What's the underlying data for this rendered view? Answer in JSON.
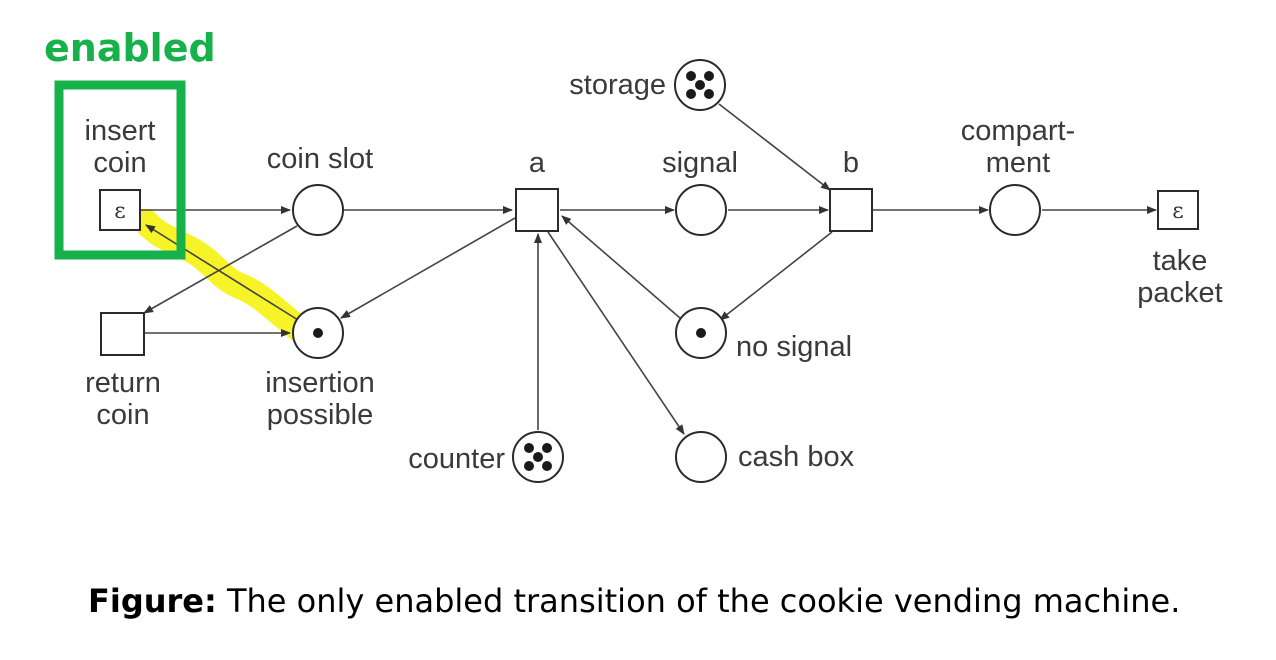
{
  "status_label": {
    "text": "enabled",
    "color": "#16b14a"
  },
  "highlight_color": "#f6f21e",
  "places": {
    "coin_slot": {
      "label": "coin slot",
      "tokens": 0
    },
    "insertion_possible": {
      "label_line1": "insertion",
      "label_line2": "possible",
      "tokens": 1
    },
    "signal": {
      "label": "signal",
      "tokens": 0
    },
    "no_signal": {
      "label": "no signal",
      "tokens": 1
    },
    "storage": {
      "label": "storage",
      "tokens": 5
    },
    "counter": {
      "label": "counter",
      "tokens": 5
    },
    "cash_box": {
      "label": "cash box",
      "tokens": 0
    },
    "compartment": {
      "label_line1": "compart-",
      "label_line2": "ment",
      "tokens": 0
    }
  },
  "transitions": {
    "insert_coin": {
      "label_line1": "insert",
      "label_line2": "coin",
      "symbol": "ε",
      "enabled": true
    },
    "return_coin": {
      "label_line1": "return",
      "label_line2": "coin"
    },
    "a": {
      "label": "a"
    },
    "b": {
      "label": "b"
    },
    "take_packet": {
      "label_line1": "take",
      "label_line2": "packet",
      "symbol": "ε"
    }
  },
  "caption": {
    "prefix": "Figure:",
    "text": " The only enabled transition of the cookie vending machine."
  }
}
